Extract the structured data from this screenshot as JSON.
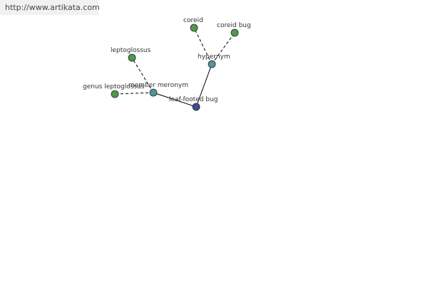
{
  "site_url": "http://www.artikata.com",
  "colors": {
    "leaf_node": "#4e9a4e",
    "relation_node": "#4f9697",
    "center_node": "#3a4d8c",
    "node_stroke": "#222222",
    "edge": "#000000",
    "banner_bg": "#f1f1f1"
  },
  "graph": {
    "nodes": [
      {
        "id": "leaf-footed-bug",
        "label": "leaf-footed bug",
        "kind": "center"
      },
      {
        "id": "hypernym",
        "label": "hypernym",
        "kind": "relation"
      },
      {
        "id": "member-meronym",
        "label": "member meronym",
        "kind": "relation"
      },
      {
        "id": "coreid",
        "label": "coreid",
        "kind": "leaf"
      },
      {
        "id": "coreid-bug",
        "label": "coreid bug",
        "kind": "leaf"
      },
      {
        "id": "leptoglossus",
        "label": "leptoglossus",
        "kind": "leaf"
      },
      {
        "id": "genus-leptoglossus",
        "label": "genus leptoglossus",
        "kind": "leaf"
      }
    ],
    "edges": [
      {
        "from": "leaf-footed-bug",
        "to": "hypernym",
        "style": "solid"
      },
      {
        "from": "leaf-footed-bug",
        "to": "member-meronym",
        "style": "solid"
      },
      {
        "from": "hypernym",
        "to": "coreid",
        "style": "dashed"
      },
      {
        "from": "hypernym",
        "to": "coreid-bug",
        "style": "dashed"
      },
      {
        "from": "member-meronym",
        "to": "leptoglossus",
        "style": "dashed"
      },
      {
        "from": "member-meronym",
        "to": "genus-leptoglossus",
        "style": "dashed"
      }
    ]
  }
}
